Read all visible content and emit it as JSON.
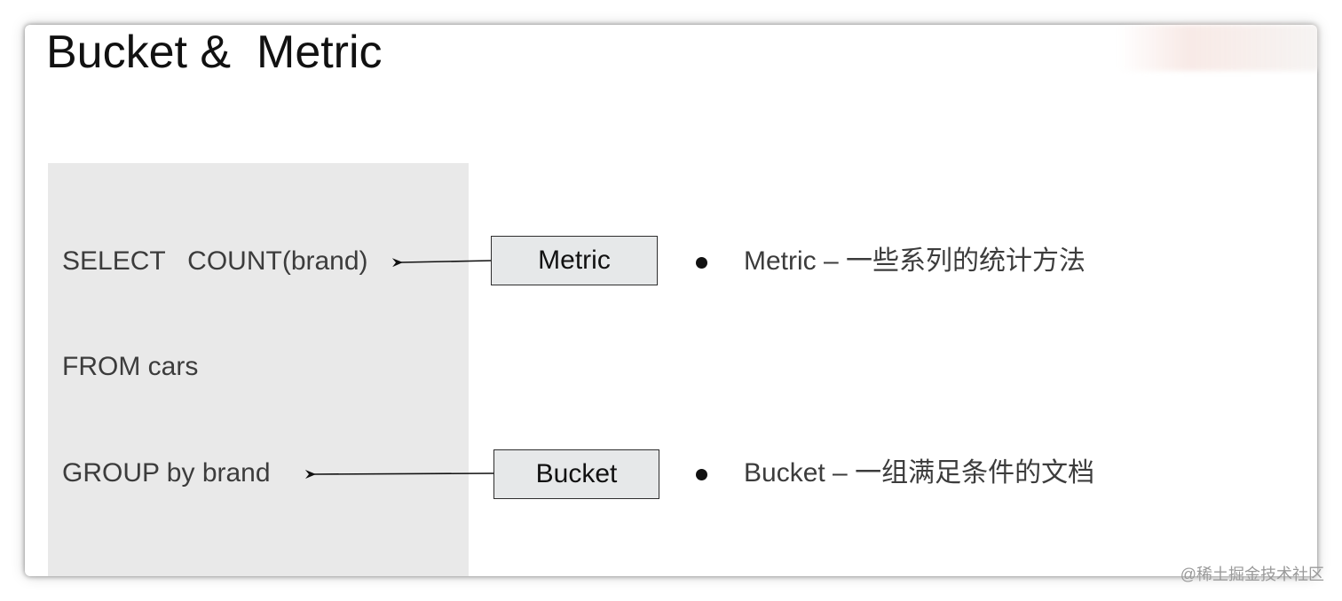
{
  "title": "Bucket &  Metric",
  "code": {
    "select_line": "SELECT   COUNT(brand)",
    "from_line": "FROM cars",
    "group_line": "GROUP by brand"
  },
  "boxes": {
    "metric_label": "Metric",
    "bucket_label": "Bucket"
  },
  "descriptions": [
    {
      "text": "Metric – 一些系列的统计方法"
    },
    {
      "text": "Bucket – 一组满足条件的文档"
    }
  ],
  "watermark": "@稀土掘金技术社区",
  "colors": {
    "code_panel_bg": "#e9e9e9",
    "label_box_bg": "#e6e8e9",
    "text_dark": "#111111",
    "text_gray": "#3c3c3c"
  }
}
